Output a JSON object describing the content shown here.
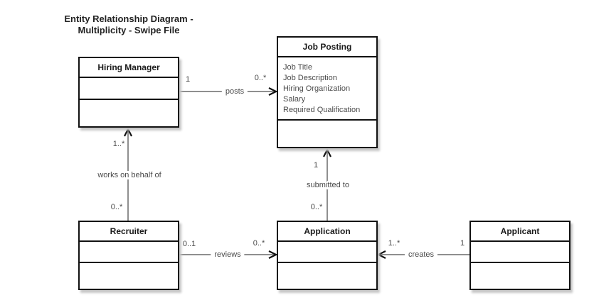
{
  "title": {
    "line1": "Entity Relationship Diagram -",
    "line2": "Multiplicity - Swipe File"
  },
  "entities": {
    "hiring_manager": {
      "name": "Hiring Manager",
      "attributes": []
    },
    "job_posting": {
      "name": "Job Posting",
      "attributes": [
        "Job Title",
        "Job Description",
        "Hiring Organization",
        "Salary",
        "Required Qualification"
      ]
    },
    "recruiter": {
      "name": "Recruiter",
      "attributes": []
    },
    "application": {
      "name": "Application",
      "attributes": []
    },
    "applicant": {
      "name": "Applicant",
      "attributes": []
    }
  },
  "relationships": {
    "posts": {
      "label": "posts",
      "source": "Hiring Manager",
      "target": "Job Posting",
      "source_multiplicity": "1",
      "target_multiplicity": "0..*"
    },
    "works_on_behalf_of": {
      "label": "works on behalf of",
      "source": "Recruiter",
      "target": "Hiring Manager",
      "source_multiplicity": "0..*",
      "target_multiplicity": "1..*"
    },
    "submitted_to": {
      "label": "submitted to",
      "source": "Application",
      "target": "Job Posting",
      "source_multiplicity": "0..*",
      "target_multiplicity": "1"
    },
    "reviews": {
      "label": "reviews",
      "source": "Recruiter",
      "target": "Application",
      "source_multiplicity": "0..1",
      "target_multiplicity": "0..*"
    },
    "creates": {
      "label": "creates",
      "source": "Applicant",
      "target": "Application",
      "source_multiplicity": "1",
      "target_multiplicity": "1..*"
    }
  },
  "colors": {
    "background": "#ffffff",
    "entity_border": "#111111",
    "entity_shadow": "#c6c6c6",
    "line": "#8f8f8f",
    "label_text": "#4a4a4a",
    "title_text": "#222222"
  }
}
